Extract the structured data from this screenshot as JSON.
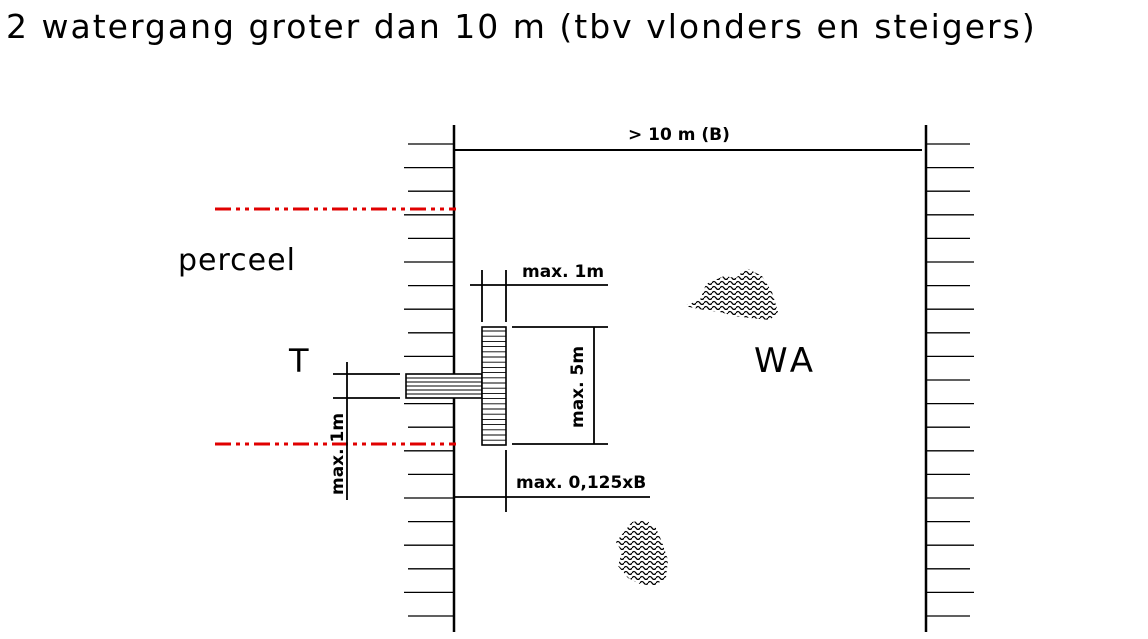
{
  "title": "2  watergang groter dan 10 m (tbv vlonders en steigers)",
  "labels": {
    "width": "> 10 m (B)",
    "parcel": "perceel",
    "t_label": "T",
    "water": "WA",
    "max_1m_top": "max. 1m",
    "max_5m": "max. 5m",
    "max_1m_side": "max. 1m",
    "max_0125xB": "max. 0,125xB"
  },
  "colors": {
    "line": "#000000",
    "parcel_boundary": "#e00000"
  }
}
